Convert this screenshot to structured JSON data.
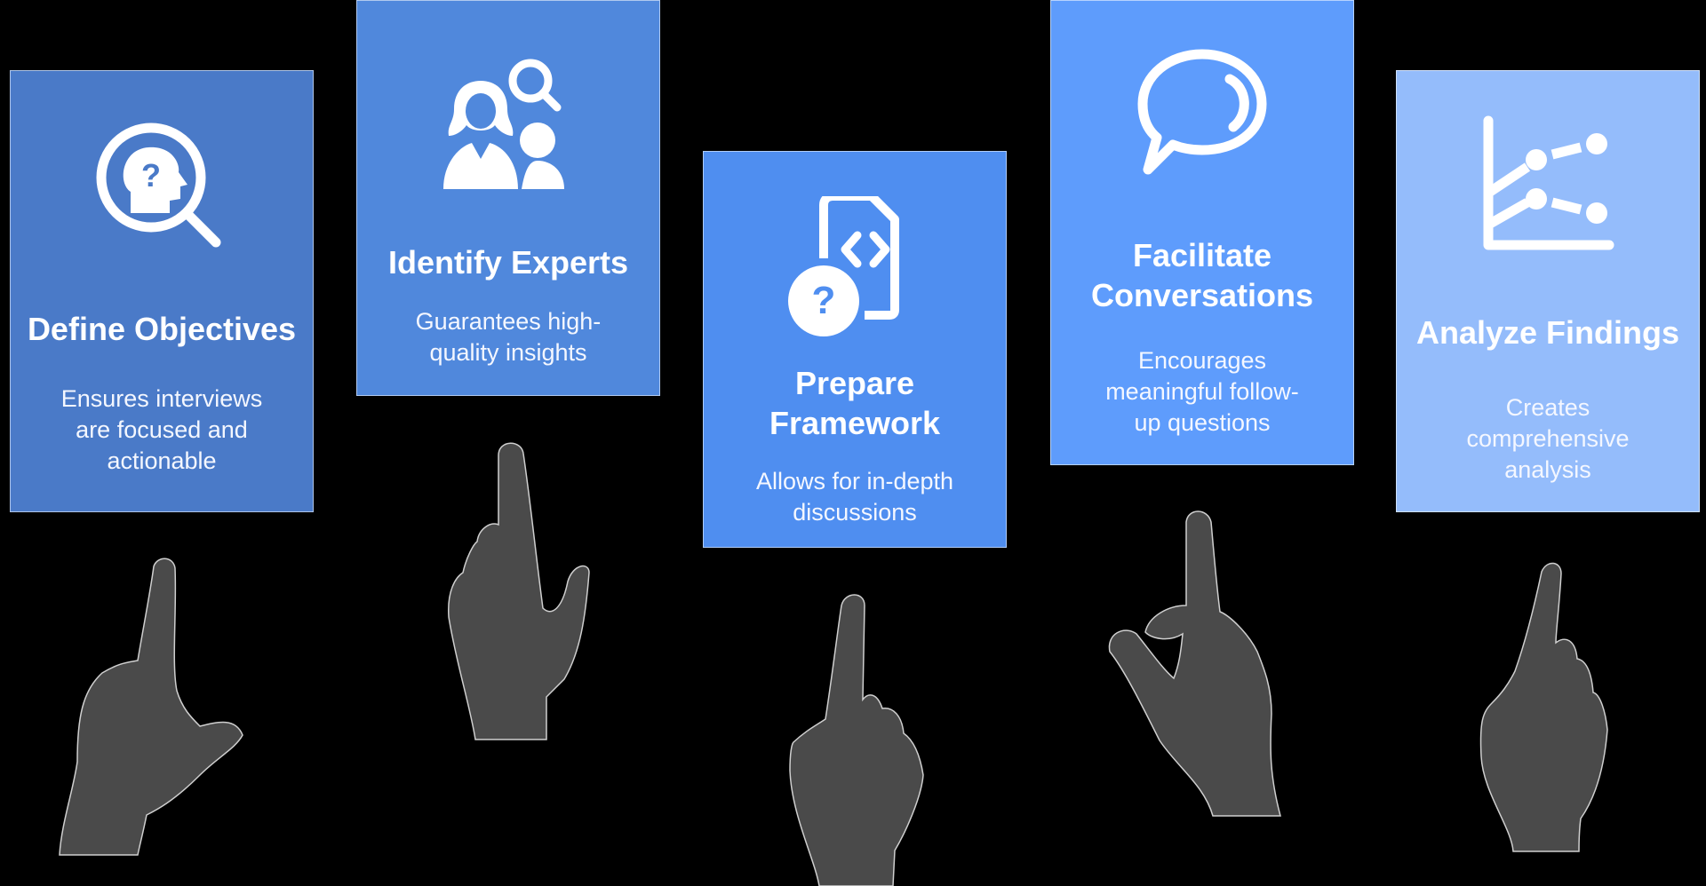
{
  "steps": [
    {
      "title": "Define Objectives",
      "desc_lines": [
        "Ensures interviews",
        "are focused and",
        "actionable"
      ],
      "icon": "head-question-magnifier-icon",
      "color": "#4a7ac8"
    },
    {
      "title": "Identify Experts",
      "desc_lines": [
        "Guarantees high-",
        "quality insights"
      ],
      "icon": "people-search-icon",
      "color": "#5088dc"
    },
    {
      "title_lines": [
        "Prepare",
        "Framework"
      ],
      "desc_lines": [
        "Allows for in-depth",
        "discussions"
      ],
      "icon": "code-document-question-icon",
      "color": "#4f8ef0"
    },
    {
      "title_lines": [
        "Facilitate",
        "Conversations"
      ],
      "desc_lines": [
        "Encourages",
        "meaningful follow-",
        "up questions"
      ],
      "icon": "speech-bubble-icon",
      "color": "#5e9cfc"
    },
    {
      "title": "Analyze Findings",
      "desc_lines": [
        "Creates",
        "comprehensive",
        "analysis"
      ],
      "icon": "scatter-chart-icon",
      "color": "#94bcfb"
    }
  ],
  "colors": {
    "background": "#000000",
    "hand_fill": "#4a4a4a",
    "hand_outline": "#cfcfcf",
    "text": "#ffffff"
  }
}
